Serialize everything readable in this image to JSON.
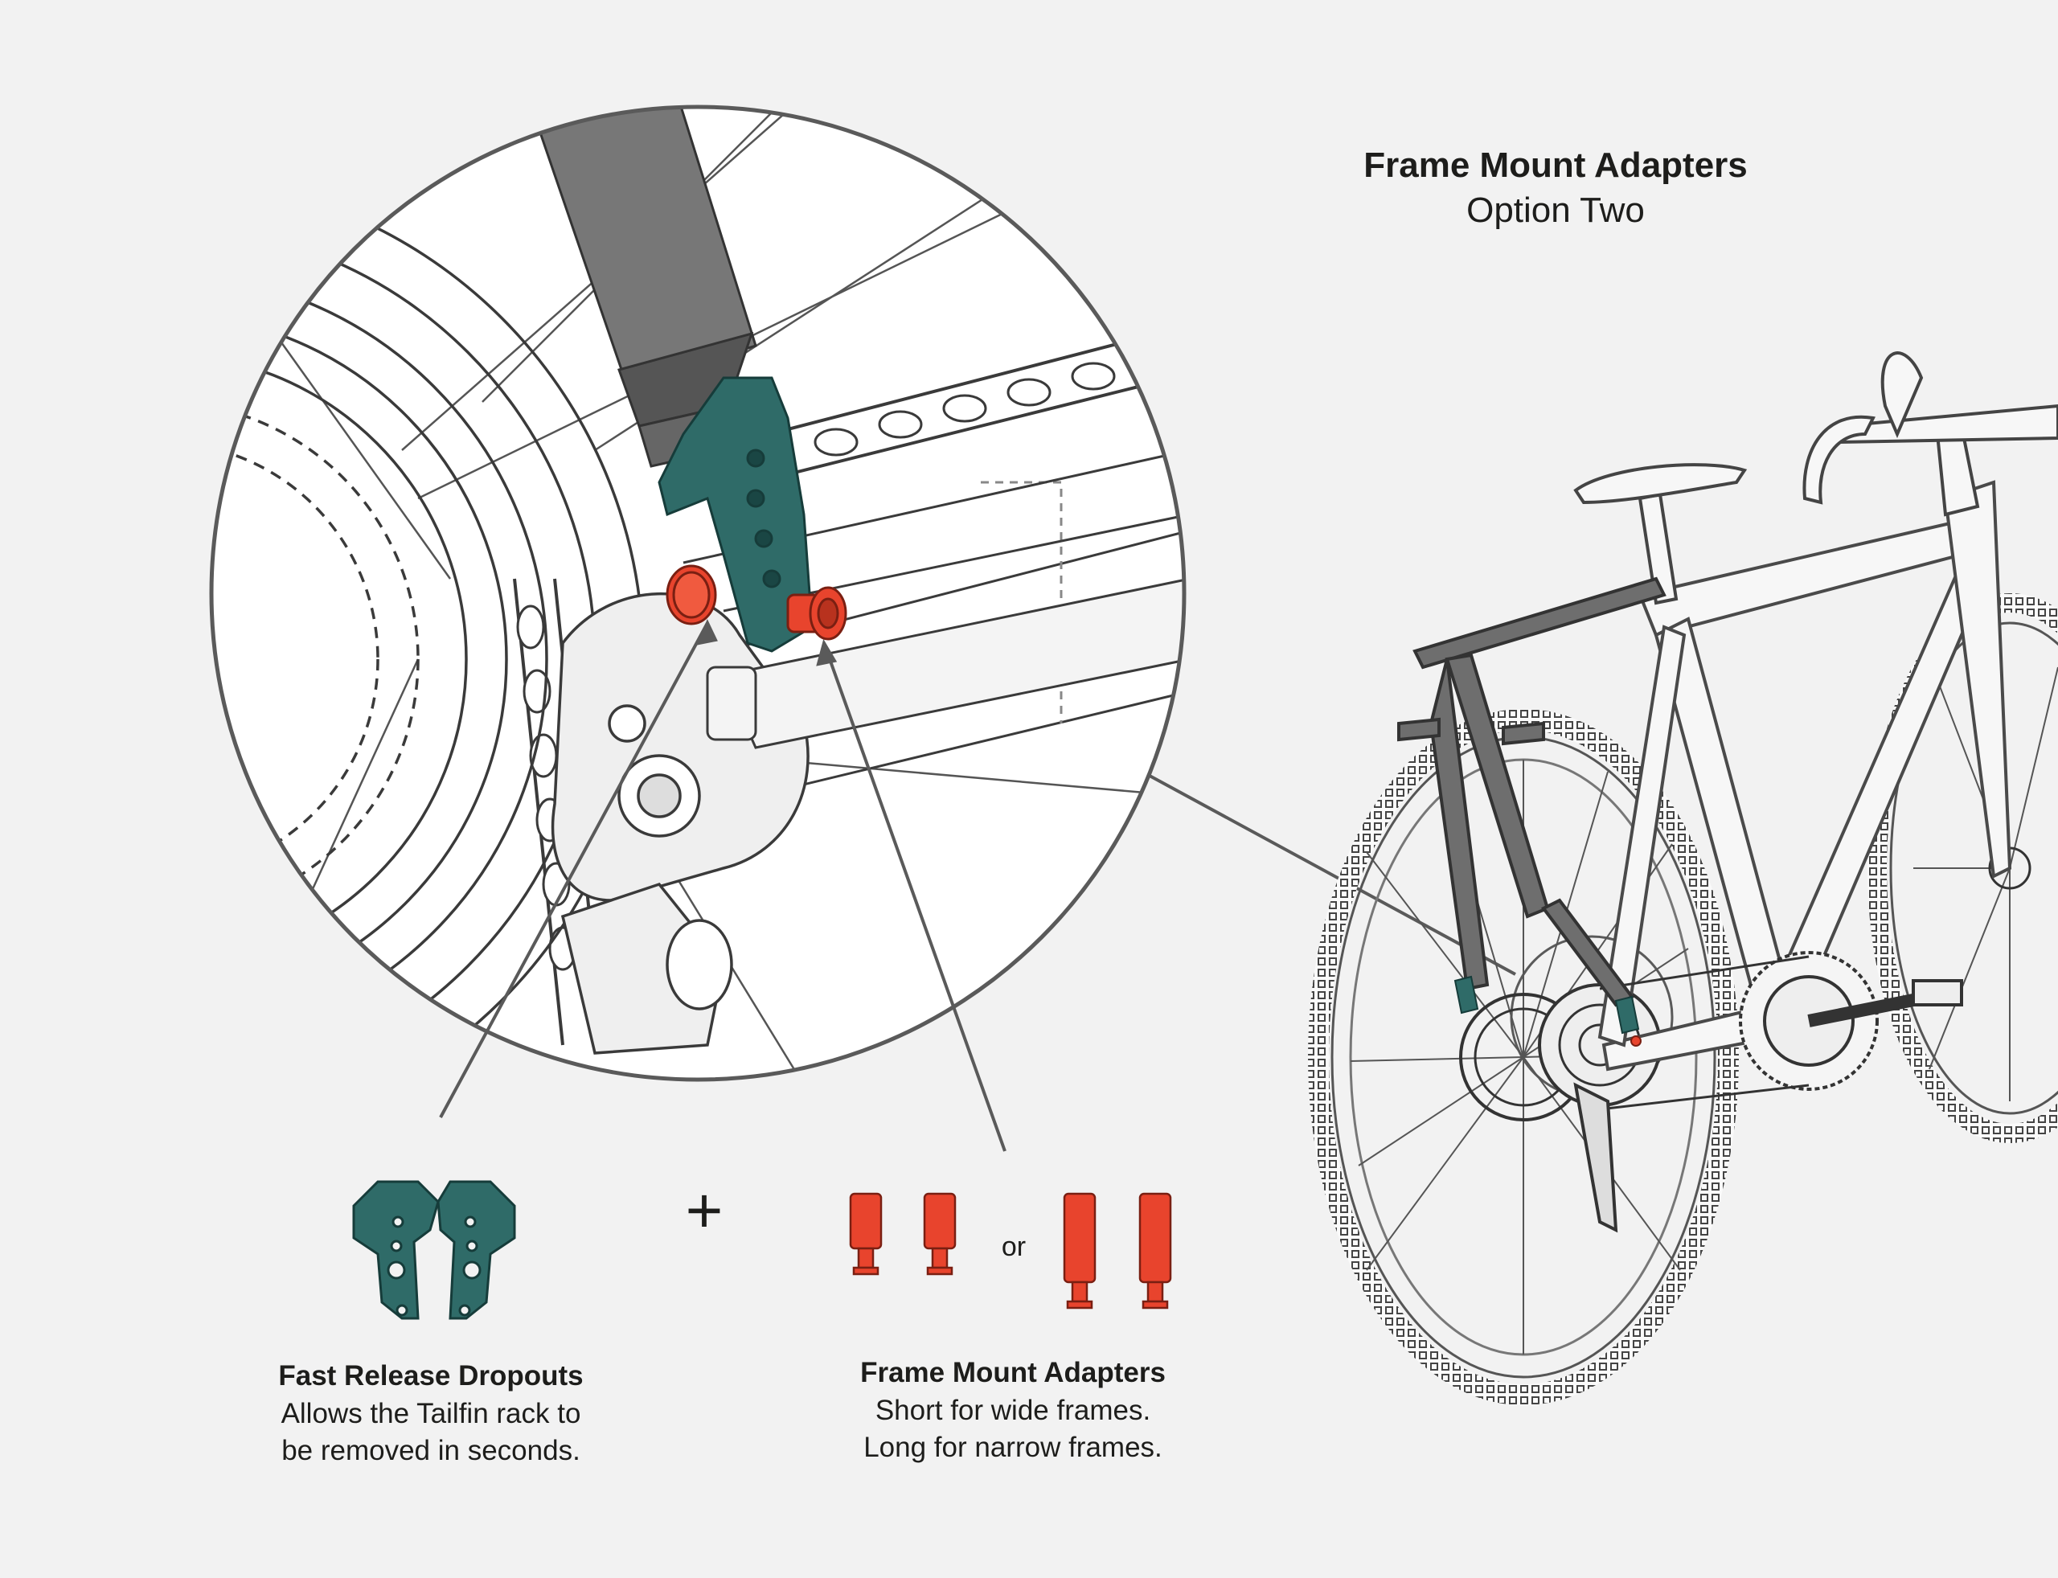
{
  "header": {
    "title": "Frame Mount Adapters",
    "subtitle": "Option Two"
  },
  "dropouts": {
    "title": "Fast Release Dropouts",
    "line1": "Allows the Tailfin rack to",
    "line2": "be removed in seconds."
  },
  "adapters": {
    "title": "Frame Mount Adapters",
    "line1": "Short for wide frames.",
    "line2": "Long for narrow frames."
  },
  "connector": {
    "plus": "+",
    "or": "or"
  },
  "colors": {
    "background": "#f2f2f2",
    "dropout_teal": "#2f6b68",
    "adapter_red": "#e8442d",
    "line": "#5a5a5a",
    "rack": "#6e6e6e"
  }
}
